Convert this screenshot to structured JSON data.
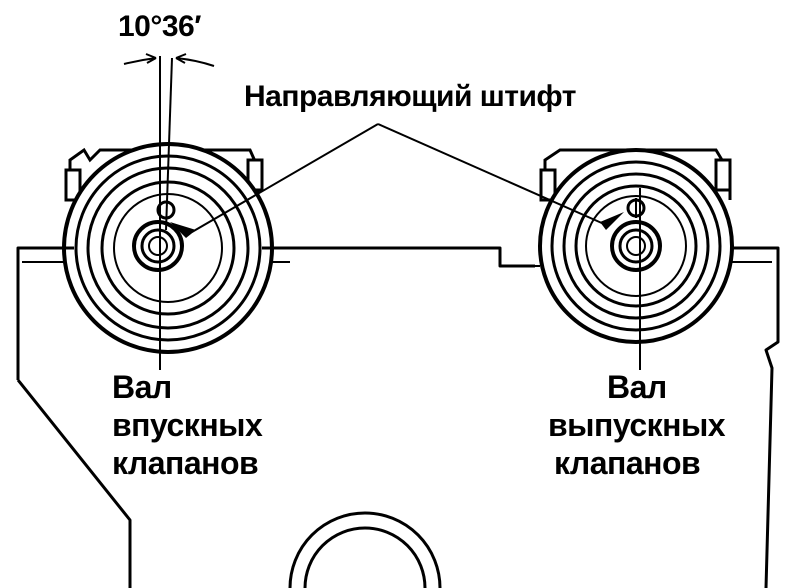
{
  "angle_label": "10°36′",
  "pin_label": "Направляющий штифт",
  "intake_shaft_label": {
    "line1": "Вал",
    "line2": "впускных",
    "line3": "клапанов"
  },
  "exhaust_shaft_label": {
    "line1": "Вал",
    "line2": "выпускных",
    "line3": "клапанов"
  },
  "colors": {
    "ink": "#000000",
    "paper": "#ffffff"
  }
}
